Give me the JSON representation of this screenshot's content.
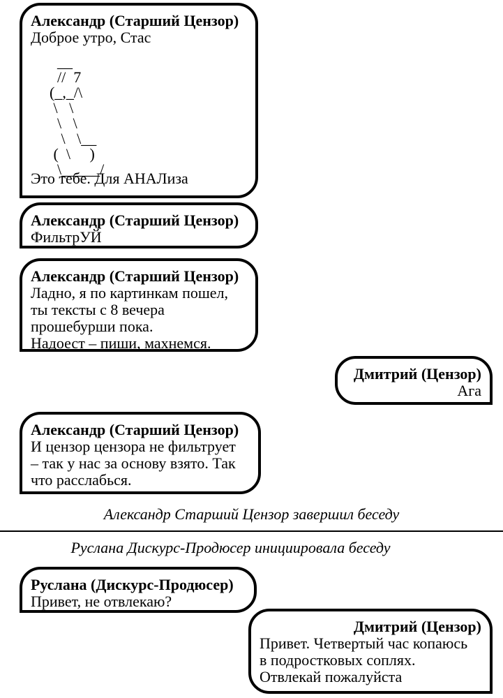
{
  "messages": [
    {
      "sender": "Александр (Старший Цензор)",
      "lines": [
        "Доброе утро, Стас"
      ],
      "ascii": "    __  \n    //  7\n  (_,_/\\\n   \\   \\\n    \\   \\\n     \\   \\__\n   (  \\     )\n    \\_____/",
      "after": "Это тебе. Для АНАЛиза"
    },
    {
      "sender": "Александр (Старший Цензор)",
      "lines": [
        "ФильтрУЙ"
      ]
    },
    {
      "sender": "Александр (Старший Цензор)",
      "lines": [
        "Ладно, я по картинкам пошел,",
        "ты тексты с 8 вечера",
        "прошебурши пока.",
        "Надоест – пиши, махнемся."
      ]
    },
    {
      "sender": "Дмитрий (Цензор)",
      "lines": [
        "Ага"
      ]
    },
    {
      "sender": "Александр (Старший Цензор)",
      "lines": [
        "И цензор цензора не фильтрует",
        "– так у нас за основу взято. Так",
        "что расслабься."
      ]
    },
    {
      "sender": "Руслана (Дискурс-Продюсер)",
      "lines": [
        "Привет, не отвлекаю?"
      ]
    },
    {
      "sender": "Дмитрий (Цензор)",
      "lines": [
        "Привет. Четвертый час копаюсь",
        "в подростковых соплях.",
        "Отвлекай пожалуйста"
      ]
    }
  ],
  "notices": {
    "ended": "Александр Старший Цензор завершил беседу",
    "started": "Руслана Дискурс-Продюсер инициировала беседу"
  }
}
